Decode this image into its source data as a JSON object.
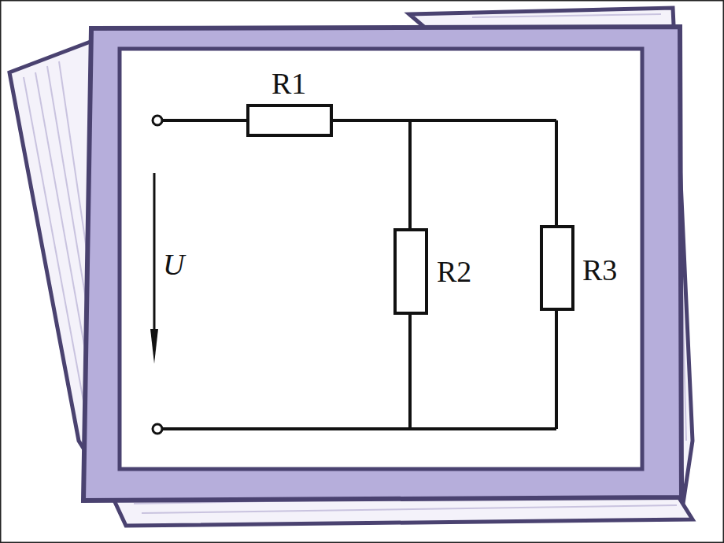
{
  "diagram": {
    "labels": [
      "R1",
      "R2",
      "R3",
      "U"
    ]
  }
}
